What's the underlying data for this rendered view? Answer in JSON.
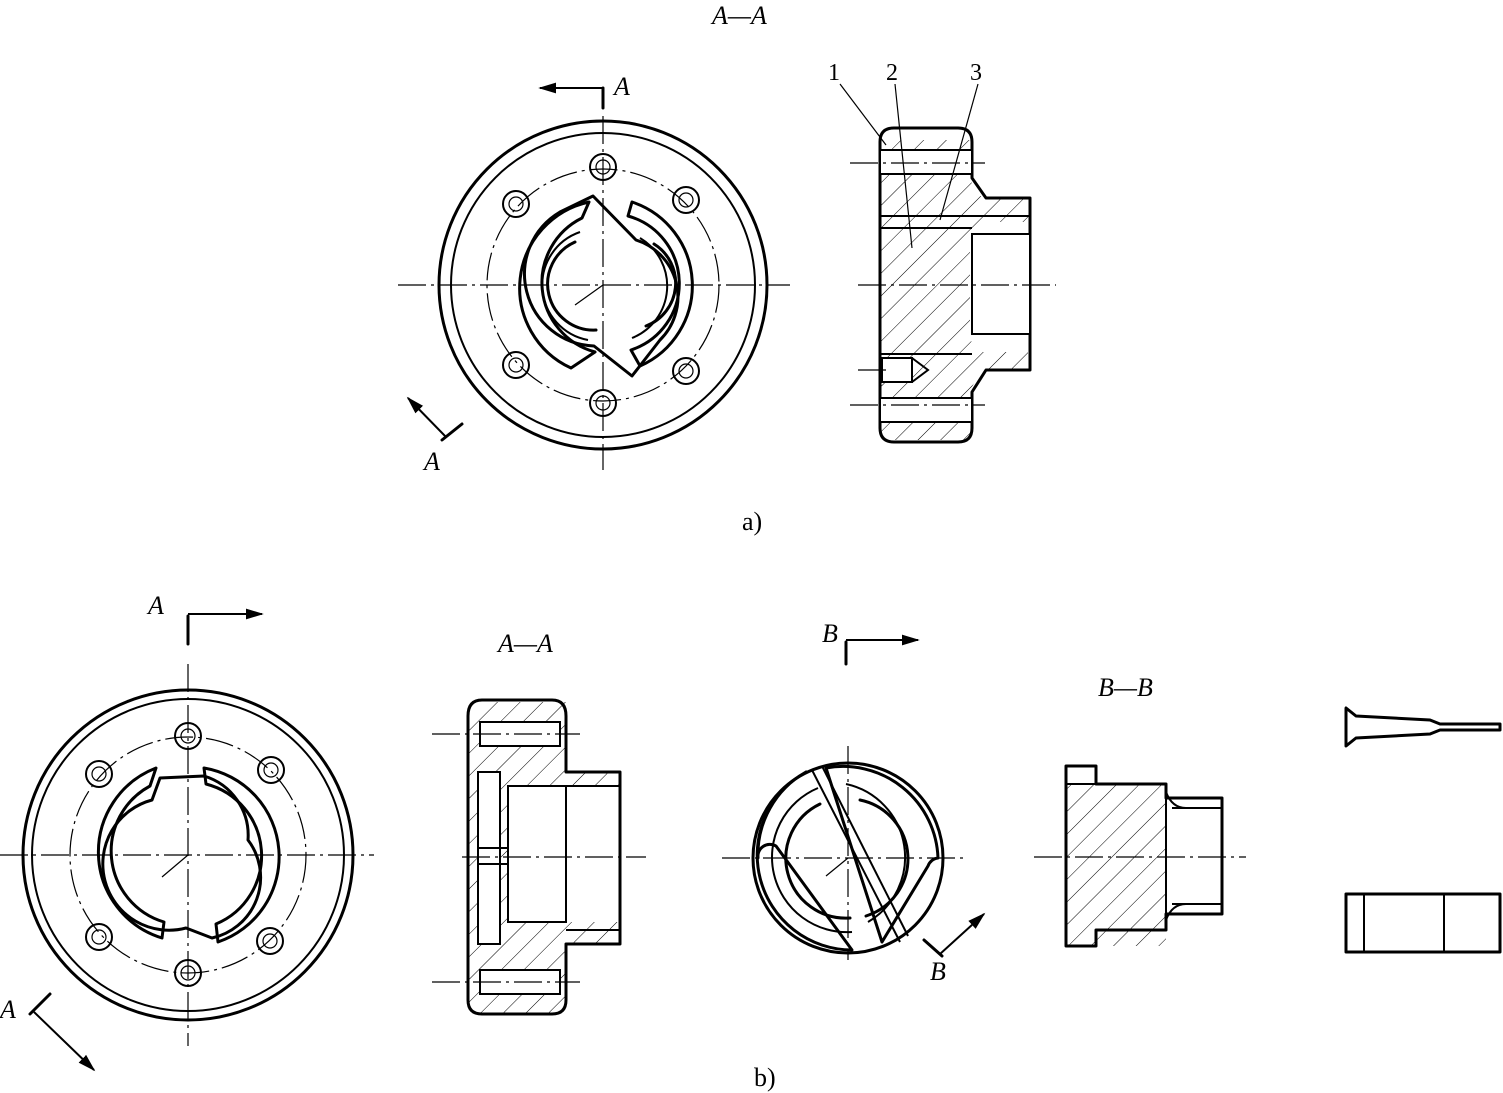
{
  "figure_a": {
    "caption": "a)",
    "section_title": "A—A",
    "cut_label_top": "A",
    "cut_label_bottom": "A",
    "part_numbers": [
      "1",
      "2",
      "3"
    ]
  },
  "figure_b": {
    "caption": "b)",
    "section_title_a": "A—A",
    "section_title_b": "B—B",
    "cut_label_a_top": "A",
    "cut_label_a_bottom": "A",
    "cut_label_b_top": "B",
    "cut_label_b_bottom": "B"
  }
}
